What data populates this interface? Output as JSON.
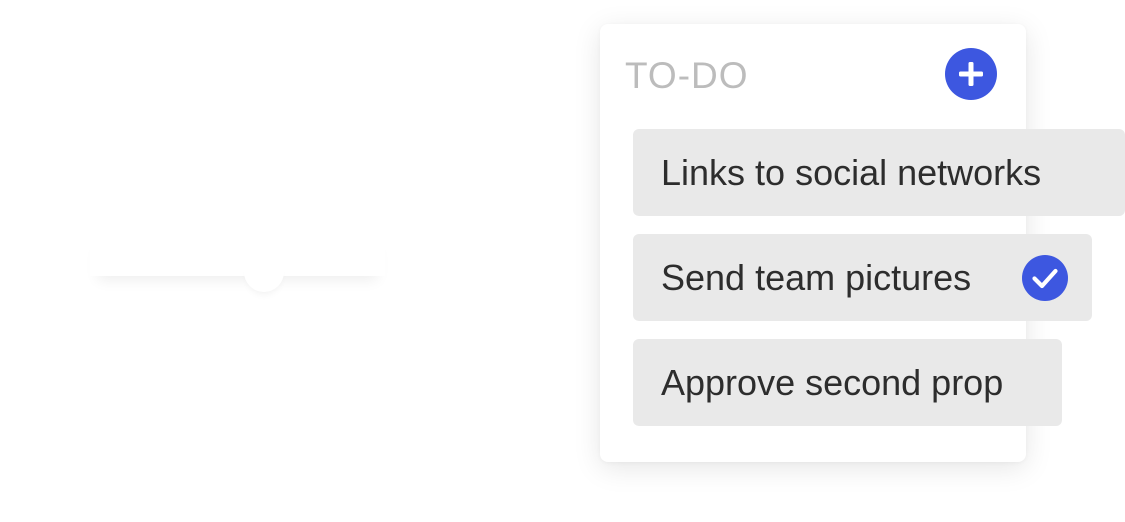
{
  "todo": {
    "title": "TO-DO",
    "add_icon": "plus-icon",
    "tasks": [
      {
        "label": "Links to social networks",
        "done": false
      },
      {
        "label": "Send team pictures",
        "done": true
      },
      {
        "label": "Approve second prop",
        "done": false
      }
    ]
  },
  "colors": {
    "accent": "#3d57e0",
    "task_bg": "#e9e9e9",
    "title": "#bcbcbc",
    "text": "#2d2d2d"
  }
}
